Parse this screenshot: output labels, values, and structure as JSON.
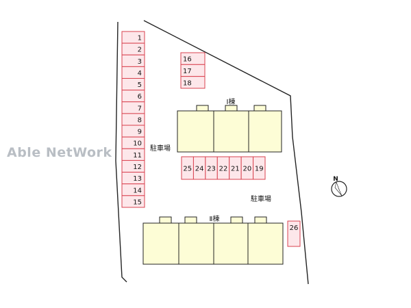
{
  "watermark": "Able NetWork",
  "compass": {
    "letter": "N"
  },
  "labels": {
    "building_1": "Ⅰ棟",
    "building_2": "Ⅱ棟",
    "parking_left": "駐車場",
    "parking_right": "駐車場"
  },
  "parking": {
    "column_left": [
      "1",
      "2",
      "3",
      "4",
      "5",
      "6",
      "7",
      "8",
      "9",
      "10",
      "11",
      "12",
      "13",
      "14",
      "15"
    ],
    "block_upper": [
      "16",
      "17",
      "18"
    ],
    "row_middle": [
      "25",
      "24",
      "23",
      "22",
      "21",
      "20",
      "19"
    ],
    "single_right": [
      "26"
    ]
  },
  "colors": {
    "parking_fill": "#fde7ea",
    "parking_border": "#d9424f",
    "building_fill": "#fdfdd6",
    "line": "#222222"
  }
}
